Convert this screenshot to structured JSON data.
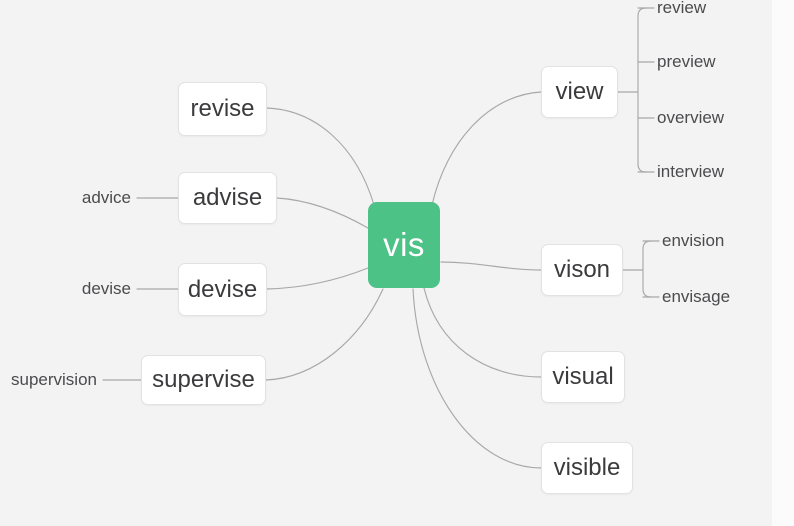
{
  "diagram": {
    "title": "vis",
    "type": "mind-map",
    "background_color": "#f4f3f4",
    "root_color": "#4cc287",
    "node_color": "#ffffff",
    "edge_color": "#a9a8a9",
    "text_color": "#3b3b3d"
  },
  "root": {
    "label": "vis"
  },
  "branches": {
    "view": {
      "label": "view",
      "children": [
        {
          "label": "review"
        },
        {
          "label": "preview"
        },
        {
          "label": "overview"
        },
        {
          "label": "interview"
        }
      ]
    },
    "vison": {
      "label": "vison",
      "children": [
        {
          "label": "envision"
        },
        {
          "label": "envisage"
        }
      ]
    },
    "visual": {
      "label": "visual",
      "children": []
    },
    "visible": {
      "label": "visible",
      "children": []
    },
    "revise": {
      "label": "revise",
      "children": []
    },
    "advise": {
      "label": "advise",
      "children": [
        {
          "label": "advice"
        }
      ]
    },
    "devise": {
      "label": "devise",
      "children": [
        {
          "label": "devise"
        }
      ]
    },
    "supervise": {
      "label": "supervise",
      "children": [
        {
          "label": "supervision"
        }
      ]
    }
  }
}
